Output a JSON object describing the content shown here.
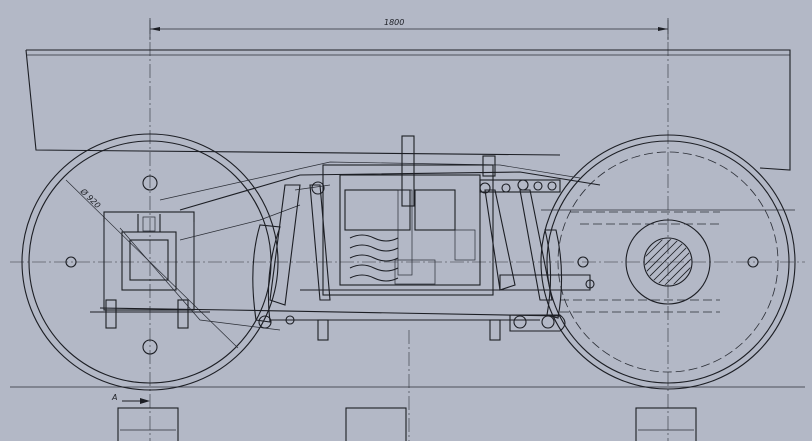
{
  "drawing": {
    "dimension_top": "1800",
    "dimension_wheel": "Ø 920",
    "section_mark": "A",
    "colors": {
      "paper": "#b3b8c6",
      "ink": "#1c1e24"
    }
  }
}
